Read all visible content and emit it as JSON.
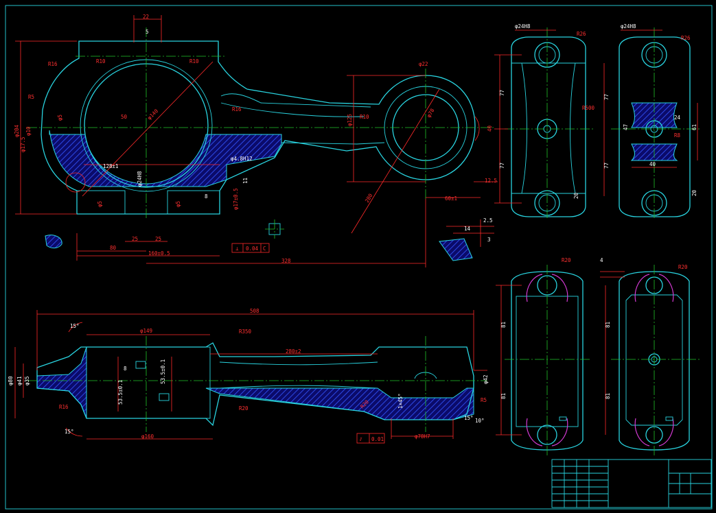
{
  "sheet": {
    "background": "#000000",
    "outline_color": "#29d4e0",
    "centerline_color": "#21c42a",
    "dimension_color": "#ff2a2a",
    "hatch_color": "#1f3bd0"
  },
  "front_view": {
    "dims": {
      "top_width": "22",
      "top_slot": "5",
      "r16_a": "R16",
      "r10_a": "R10",
      "r10_b": "R10",
      "r5": "R5",
      "d5": "φ5",
      "d204": "φ204",
      "d17_5": "φ17.5",
      "d10": "φ10",
      "fifty": "50",
      "bore": "φ140",
      "r16_b": "R16",
      "d22": "φ22",
      "d125": "φ125",
      "r10_c": "R10",
      "pin_bore": "φ78",
      "forty": "40",
      "len128": "128±1",
      "d24h8": "φ24H8",
      "d4_8h12": "φ4.8H12",
      "eleven": "11",
      "eight": "8",
      "d17": "φ17±0.5",
      "d5_b": "φ5",
      "d5_c": "φ5",
      "twelve_5": "12.5",
      "sixty": "60±1",
      "radius280": "280",
      "eighty": "80",
      "twentyfive_a": "25",
      "twentyfive_b": "25",
      "len160": "160±0.5",
      "len328": "328",
      "tol_symbol": "⊥",
      "tol_value": "0.04",
      "tol_datum": "C"
    }
  },
  "detail_right": {
    "dims": {
      "two5": "2.5",
      "fourteen": "14",
      "three": "3"
    }
  },
  "side_view_a": {
    "dims": {
      "top": "φ24H8",
      "r26": "R26",
      "r500": "R500",
      "seventy_seven_a": "77",
      "seventy_seven_b": "77",
      "twenty": "20"
    }
  },
  "side_view_b": {
    "dims": {
      "top": "φ24H8",
      "r26": "R26",
      "seventy_seven_a": "77",
      "seventy_seven_b": "77",
      "fortyseven": "47",
      "twentyfour": "24",
      "sixtyone": "61",
      "r8": "R8",
      "forty": "40",
      "twenty": "20"
    }
  },
  "lower_view_a": {
    "dims": {
      "r20": "R20",
      "eightyone_a": "81",
      "eightyone_b": "81"
    }
  },
  "lower_view_b": {
    "dims": {
      "r20": "R20",
      "four": "4",
      "eightyone_a": "81",
      "eightyone_b": "81"
    }
  },
  "plan_view": {
    "dims": {
      "overall": "508",
      "ang15a": "15°",
      "d149": "φ149",
      "r350": "R350",
      "len280": "280±2",
      "d80": "φ80",
      "d41": "φ41",
      "d35": "φ35",
      "d53_5a": "53.5±0.1",
      "d53_5b": "53.5±0.1",
      "eight": "8",
      "r16": "R16",
      "r20a": "R20",
      "r20b": "R20",
      "ang15b": "15°",
      "ang15c": "15°",
      "d42": "φ42",
      "r5": "R5",
      "d160": "φ160",
      "d78h7": "φ78H7",
      "chamfer": "1×45°",
      "ang10": "10°",
      "flat_symbol": "⫽",
      "flat_value": "0.01"
    }
  },
  "title_block": {
    "visible_text": ""
  }
}
